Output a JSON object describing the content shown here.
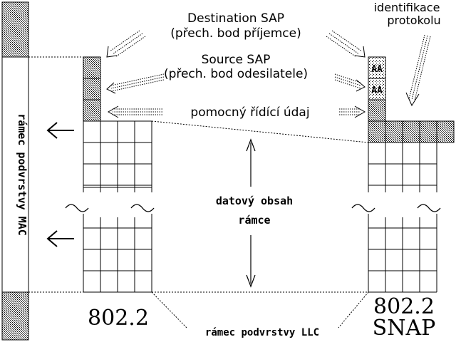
{
  "labels": {
    "destination_sap": "Destination SAP",
    "destination_sap_sub": "(přech. bod příjemce)",
    "source_sap": "Source SAP",
    "source_sap_sub": "(přech. bod odesilatele)",
    "control_field": "pomocný řídící údaj",
    "protocol_id_line1": "identifikace",
    "protocol_id_line2": "protokolu",
    "data_content_line1": "datový obsah",
    "data_content_line2": "rámce",
    "mac_frame": "rámec podvrstvy MAC",
    "llc_frame": "rámec podvrstvy LLC",
    "std_8022": "802.2",
    "snap_line1": "802.2",
    "snap_line2": "SNAP",
    "aa_1": "AA",
    "aa_2": "AA"
  },
  "colors": {
    "ink": "#000000",
    "paper": "#ffffff",
    "hatch": "#000000"
  }
}
